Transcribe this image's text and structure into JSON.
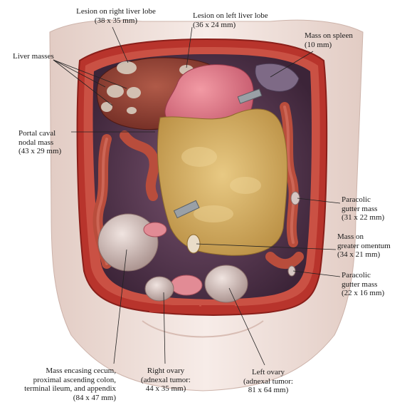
{
  "labels": {
    "right_lobe": {
      "l1": "Lesion on right liver lobe",
      "l2": "(38 x 35 mm)"
    },
    "left_lobe": {
      "l1": "Lesion on left liver lobe",
      "l2": "(36 x 24 mm)"
    },
    "spleen": {
      "l1": "Mass on spleen",
      "l2": "(10 mm)"
    },
    "liver_masses": {
      "l1": "Liver masses"
    },
    "portal": {
      "l1": "Portal caval",
      "l2": "nodal mass",
      "l3": "(43 x 29 mm)"
    },
    "paracolic_upper": {
      "l1": "Paracolic",
      "l2": "gutter mass",
      "l3": "(31 x 22 mm)"
    },
    "omentum": {
      "l1": "Mass on",
      "l2": "greater omentum",
      "l3": "(34 x 21 mm)"
    },
    "paracolic_lower": {
      "l1": "Paracolic",
      "l2": "gutter mass",
      "l3": "(22 x 16 mm)"
    },
    "cecum": {
      "l1": "Mass encasing cecum,",
      "l2": "proximal ascending colon,",
      "l3": "terminal ileum, and appendix",
      "l4": "(84 x 47 mm)"
    },
    "right_ovary": {
      "l1": "Right ovary",
      "l2": "(adnexal tumor:",
      "l3": "44 x 35 mm)"
    },
    "left_ovary": {
      "l1": "Left ovary",
      "l2": "(adnexal tumor:",
      "l3": "81 x 64 mm)"
    }
  },
  "colors": {
    "skin": "#f3e6e1",
    "skin_shadow": "#dcc4bc",
    "muscle": "#b8342c",
    "cavity": "#5a3c56",
    "liver": "#8e3b2e",
    "lesion": "#d8cdbf",
    "stomach": "#e07a86",
    "omentum": "#d9b466",
    "intestine": "#b94d3c",
    "tumor": "#d6c6c2",
    "clamp": "#9aa0a6",
    "leader": "#222222"
  }
}
